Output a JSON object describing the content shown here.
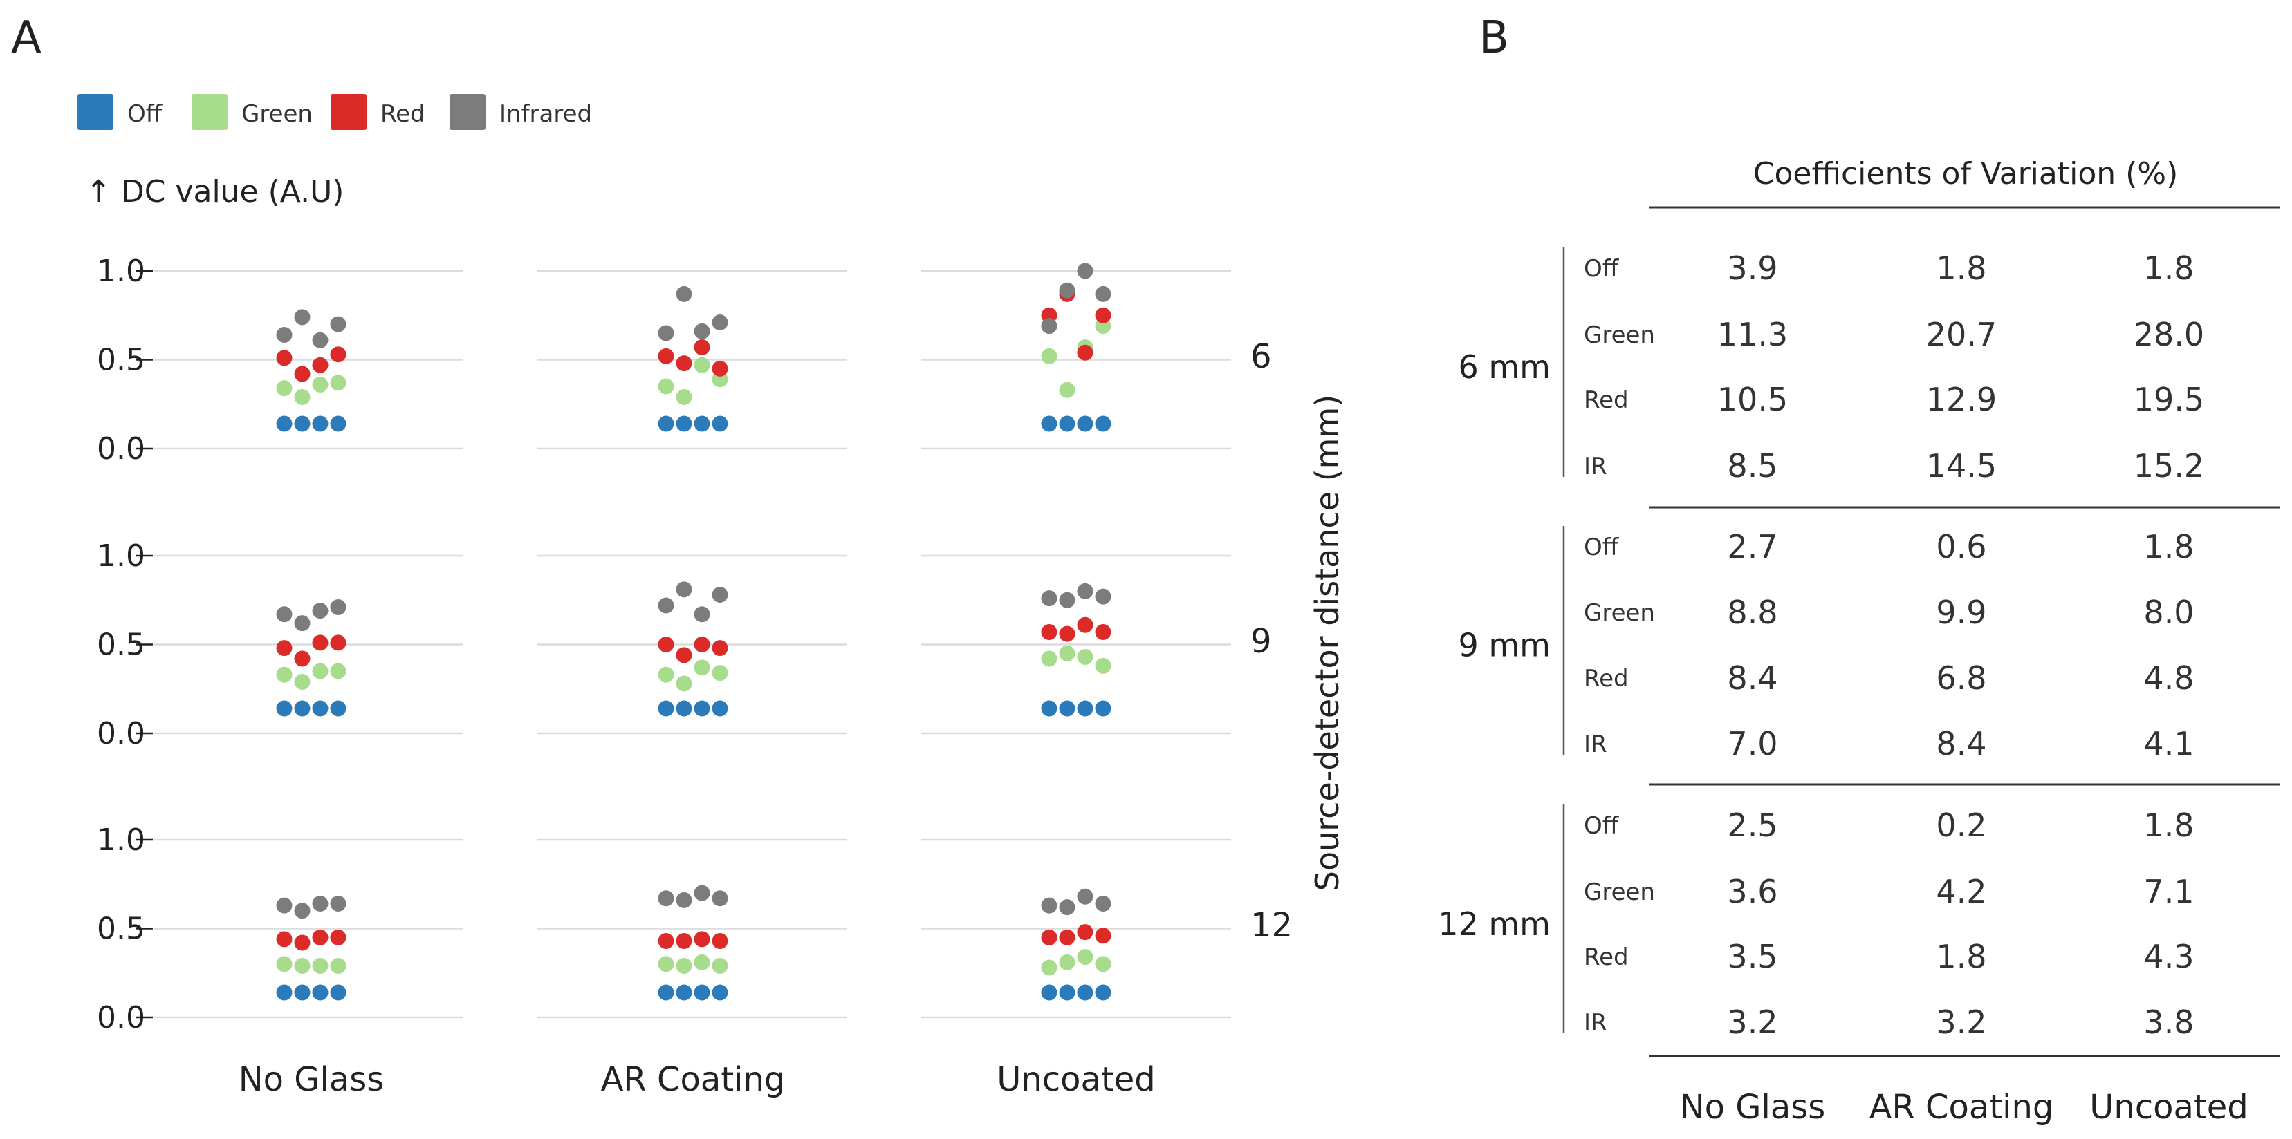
{
  "panels": {
    "a": "A",
    "b": "B"
  },
  "chart_data": [
    {
      "type": "scatter",
      "subtype": "beeswarm-grid",
      "ylabel": "↑ DC value (A.U)",
      "ylim": [
        0,
        1.0
      ],
      "yticks": [
        "0.0",
        "0.5",
        "1.0"
      ],
      "columns": [
        "No Glass",
        "AR Coating",
        "Uncoated"
      ],
      "rows": [
        "6",
        "9",
        "12"
      ],
      "row_axis_title": "Source-detector distance (mm)",
      "legend": [
        {
          "name": "Off",
          "color": "#2b7bba"
        },
        {
          "name": "Green",
          "color": "#a6dc8c"
        },
        {
          "name": "Red",
          "color": "#dc2a28"
        },
        {
          "name": "Infrared",
          "color": "#7c7c7c"
        }
      ],
      "grid": true,
      "legend_position": "top-left",
      "data": {
        "6": {
          "No Glass": {
            "Off": [
              0.14,
              0.14,
              0.14,
              0.14
            ],
            "Green": [
              0.34,
              0.29,
              0.36,
              0.37
            ],
            "Red": [
              0.51,
              0.42,
              0.47,
              0.53
            ],
            "Infrared": [
              0.64,
              0.74,
              0.61,
              0.7
            ]
          },
          "AR Coating": {
            "Off": [
              0.14,
              0.14,
              0.14,
              0.14
            ],
            "Green": [
              0.35,
              0.29,
              0.47,
              0.39
            ],
            "Red": [
              0.52,
              0.48,
              0.57,
              0.45
            ],
            "Infrared": [
              0.65,
              0.87,
              0.66,
              0.71
            ]
          },
          "Uncoated": {
            "Off": [
              0.14,
              0.14,
              0.14,
              0.14
            ],
            "Green": [
              0.52,
              0.33,
              0.57,
              0.69
            ],
            "Red": [
              0.75,
              0.87,
              0.54,
              0.75
            ],
            "Infrared": [
              0.69,
              0.89,
              1.0,
              0.87
            ]
          }
        },
        "9": {
          "No Glass": {
            "Off": [
              0.14,
              0.14,
              0.14,
              0.14
            ],
            "Green": [
              0.33,
              0.29,
              0.35,
              0.35
            ],
            "Red": [
              0.48,
              0.42,
              0.51,
              0.51
            ],
            "Infrared": [
              0.67,
              0.62,
              0.69,
              0.71
            ]
          },
          "AR Coating": {
            "Off": [
              0.14,
              0.14,
              0.14,
              0.14
            ],
            "Green": [
              0.33,
              0.28,
              0.37,
              0.34
            ],
            "Red": [
              0.5,
              0.44,
              0.5,
              0.48
            ],
            "Infrared": [
              0.72,
              0.81,
              0.67,
              0.78
            ]
          },
          "Uncoated": {
            "Off": [
              0.14,
              0.14,
              0.14,
              0.14
            ],
            "Green": [
              0.42,
              0.45,
              0.43,
              0.38
            ],
            "Red": [
              0.57,
              0.56,
              0.61,
              0.57
            ],
            "Infrared": [
              0.76,
              0.75,
              0.8,
              0.77
            ]
          }
        },
        "12": {
          "No Glass": {
            "Off": [
              0.14,
              0.14,
              0.14,
              0.14
            ],
            "Green": [
              0.3,
              0.29,
              0.29,
              0.29
            ],
            "Red": [
              0.44,
              0.42,
              0.45,
              0.45
            ],
            "Infrared": [
              0.63,
              0.6,
              0.64,
              0.64
            ]
          },
          "AR Coating": {
            "Off": [
              0.14,
              0.14,
              0.14,
              0.14
            ],
            "Green": [
              0.3,
              0.29,
              0.31,
              0.29
            ],
            "Red": [
              0.43,
              0.43,
              0.44,
              0.43
            ],
            "Infrared": [
              0.67,
              0.66,
              0.7,
              0.67
            ]
          },
          "Uncoated": {
            "Off": [
              0.14,
              0.14,
              0.14,
              0.14
            ],
            "Green": [
              0.28,
              0.31,
              0.34,
              0.3
            ],
            "Red": [
              0.45,
              0.45,
              0.48,
              0.46
            ],
            "Infrared": [
              0.63,
              0.62,
              0.68,
              0.64
            ]
          }
        }
      }
    },
    {
      "type": "table",
      "title": "Coefficients of Variation (%)",
      "columns": [
        "No Glass",
        "AR Coating",
        "Uncoated"
      ],
      "groups": [
        {
          "label": "6 mm",
          "rows": [
            {
              "name": "Off",
              "values": [
                "3.9",
                "1.8",
                "1.8"
              ]
            },
            {
              "name": "Green",
              "values": [
                "11.3",
                "20.7",
                "28.0"
              ]
            },
            {
              "name": "Red",
              "values": [
                "10.5",
                "12.9",
                "19.5"
              ]
            },
            {
              "name": "IR",
              "values": [
                "8.5",
                "14.5",
                "15.2"
              ]
            }
          ]
        },
        {
          "label": "9 mm",
          "rows": [
            {
              "name": "Off",
              "values": [
                "2.7",
                "0.6",
                "1.8"
              ]
            },
            {
              "name": "Green",
              "values": [
                "8.8",
                "9.9",
                "8.0"
              ]
            },
            {
              "name": "Red",
              "values": [
                "8.4",
                "6.8",
                "4.8"
              ]
            },
            {
              "name": "IR",
              "values": [
                "7.0",
                "8.4",
                "4.1"
              ]
            }
          ]
        },
        {
          "label": "12 mm",
          "rows": [
            {
              "name": "Off",
              "values": [
                "2.5",
                "0.2",
                "1.8"
              ]
            },
            {
              "name": "Green",
              "values": [
                "3.6",
                "4.2",
                "7.1"
              ]
            },
            {
              "name": "Red",
              "values": [
                "3.5",
                "1.8",
                "4.3"
              ]
            },
            {
              "name": "IR",
              "values": [
                "3.2",
                "3.2",
                "3.8"
              ]
            }
          ]
        }
      ]
    }
  ]
}
